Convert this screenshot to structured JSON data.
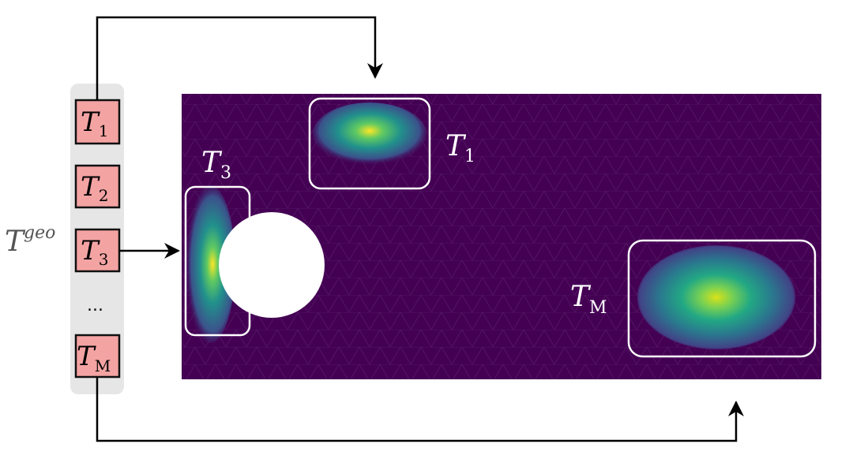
{
  "tokens_group": {
    "label": "T",
    "label_sup": "geo",
    "tokens": [
      {
        "base": "T",
        "sub": "1"
      },
      {
        "base": "T",
        "sub": "2"
      },
      {
        "base": "T",
        "sub": "3"
      },
      {
        "ellipsis": "..."
      },
      {
        "base": "T",
        "sub": "M"
      }
    ]
  },
  "regions": [
    {
      "base": "T",
      "sub": "1"
    },
    {
      "base": "T",
      "sub": "3"
    },
    {
      "base": "T",
      "sub": "M"
    }
  ],
  "colors": {
    "field_background": "#440154",
    "token_fill": "#f4a3a3",
    "token_stroke": "#111111",
    "group_fill": "#e6e6e6",
    "region_stroke": "#ffffff",
    "arrow": "#000000",
    "blob_edge": "#3b528b",
    "blob_mid": "#21918c",
    "blob_hot": "#5ec962",
    "blob_peak": "#fde725"
  }
}
